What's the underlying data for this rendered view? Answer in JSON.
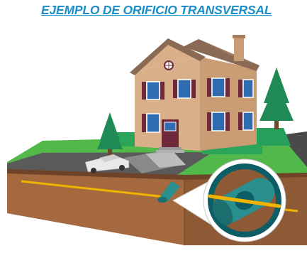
{
  "title": "EJEMPLO DE ORIFICIO TRANSVERSAL",
  "colors": {
    "title": "#1a8fc9",
    "soil": "#8e5a36",
    "soil_front": "#a4693f",
    "soil_dark": "#6e4327",
    "grass": "#52b84a",
    "road": "#4a4a4a",
    "house_wall": "#d9b08a",
    "house_roof": "#8a6a55",
    "shutter": "#6e2a3a",
    "window": "#2f6db3",
    "tree": "#1f8a55",
    "hedge": "#2aa55a",
    "gas_line": "#f0b400",
    "sewer_pipe": "#2a8f8f",
    "callout_ring": "#0d5d66"
  },
  "icons": [
    "house-icon",
    "car-icon",
    "tree-icon",
    "gas-line",
    "sewer-lateral",
    "magnifier-callout"
  ]
}
